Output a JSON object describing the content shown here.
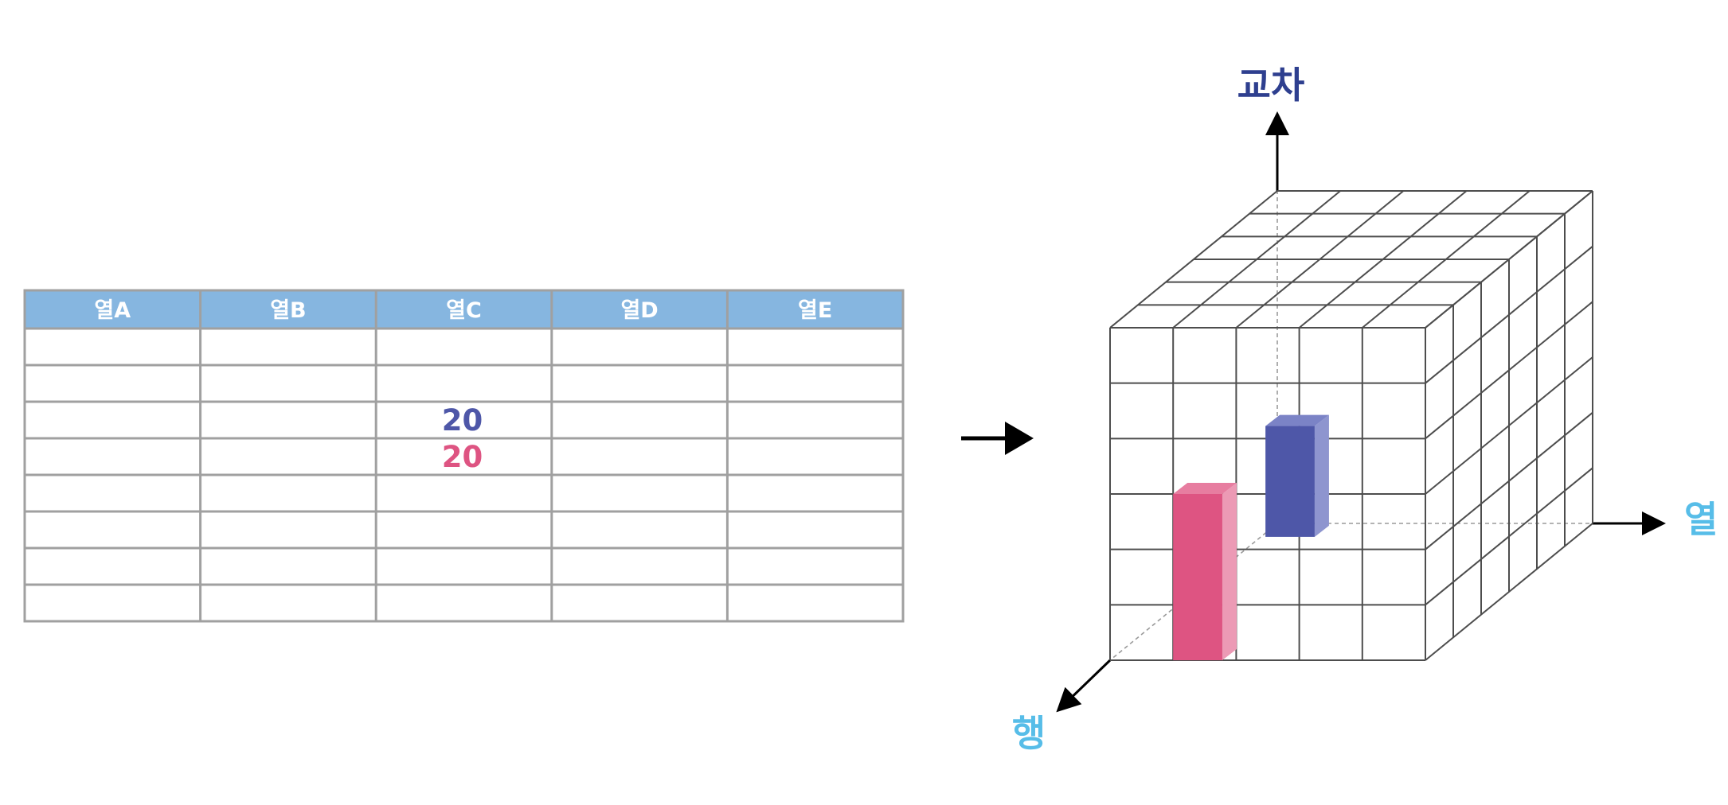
{
  "table": {
    "columns": [
      "열A",
      "열B",
      "열C",
      "열D",
      "열E"
    ],
    "row_count": 8,
    "cells": [
      {
        "row": 2,
        "col": 2,
        "value": "20",
        "color_key": "blue"
      },
      {
        "row": 3,
        "col": 2,
        "value": "20",
        "color_key": "pink"
      }
    ]
  },
  "cube": {
    "grid": {
      "cols": 5,
      "rows": 6,
      "depth": 6
    },
    "axes": {
      "vertical": "교차",
      "horizontal": "열",
      "depth": "행"
    },
    "blocks": [
      {
        "name": "blue-block",
        "color_key": "blue",
        "col": 2,
        "row_from": 2,
        "row_to": 4,
        "depth": 1
      },
      {
        "name": "pink-block",
        "color_key": "pink",
        "col": 1,
        "row_from": 3,
        "row_to": 6,
        "depth": 0
      }
    ]
  },
  "colors": {
    "header_bg": "#86b6e0",
    "header_text": "#ffffff",
    "table_border": "#a0a0a0",
    "blue": "#4e57a8",
    "blue_side": "#8e95cf",
    "blue_top": "#7b83c6",
    "pink": "#de5482",
    "pink_side": "#ec9ab5",
    "pink_top": "#e77da0",
    "axis_top_label": "#2e3f8f",
    "axis_side_label": "#57bde8"
  }
}
